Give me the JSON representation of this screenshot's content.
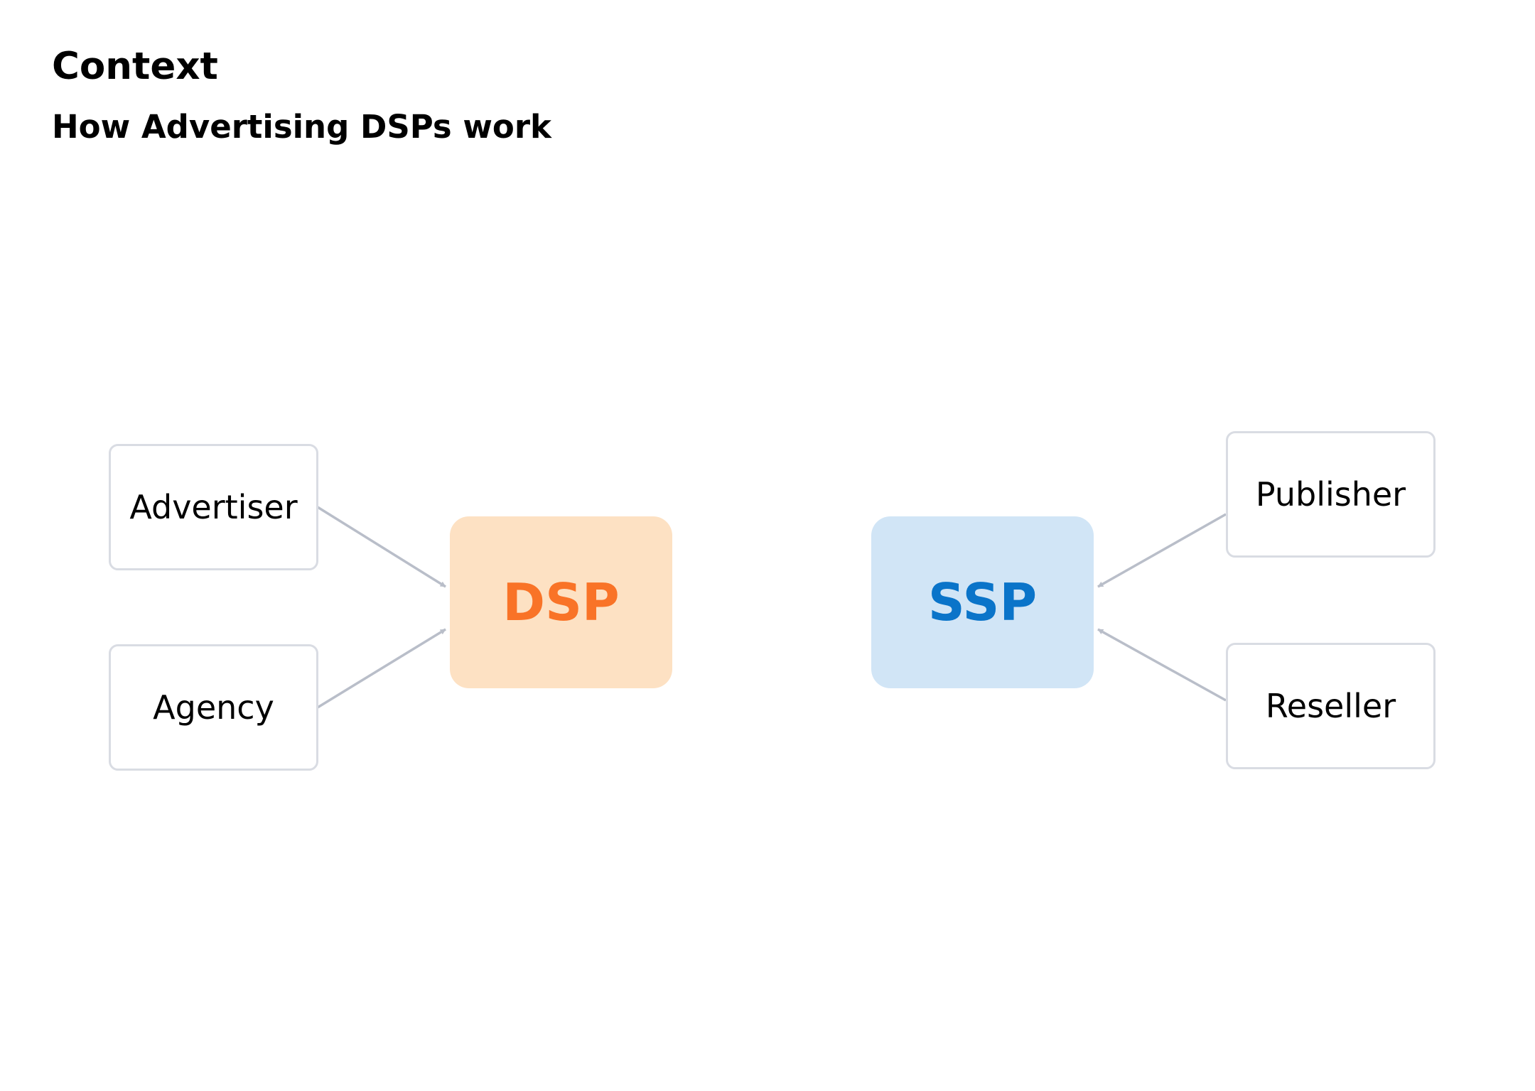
{
  "header": {
    "title": "Context",
    "subtitle": "How Advertising DSPs work"
  },
  "diagram": {
    "actors": {
      "advertiser": "Advertiser",
      "agency": "Agency",
      "publisher": "Publisher",
      "reseller": "Reseller"
    },
    "platforms": {
      "dsp": {
        "label": "DSP",
        "fill": "#fde1c3",
        "text_color": "#f97327"
      },
      "ssp": {
        "label": "SSP",
        "fill": "#d1e5f6",
        "text_color": "#0a74c9"
      }
    },
    "edges": [
      {
        "from": "advertiser",
        "to": "dsp"
      },
      {
        "from": "agency",
        "to": "dsp"
      },
      {
        "from": "publisher",
        "to": "ssp"
      },
      {
        "from": "reseller",
        "to": "ssp"
      }
    ],
    "colors": {
      "connector": "#b9bec9",
      "actor_border": "#d9dce3"
    }
  }
}
